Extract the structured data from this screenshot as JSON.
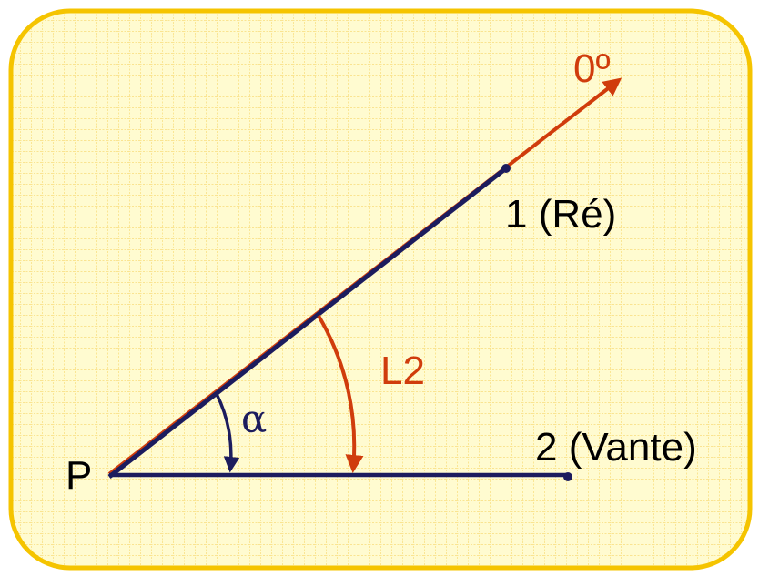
{
  "labels": {
    "zero_degree": "0º",
    "point_re": "1 (Ré)",
    "arc_l2": "L2",
    "angle_alpha": "α",
    "point_p": "P",
    "point_vante": "2 (Vante)"
  },
  "colors": {
    "background": "#fffbd0",
    "grid": "#f7d76b",
    "border": "#f5c400",
    "line_dark": "#1c1c5e",
    "line_accent": "#d03c0c"
  }
}
